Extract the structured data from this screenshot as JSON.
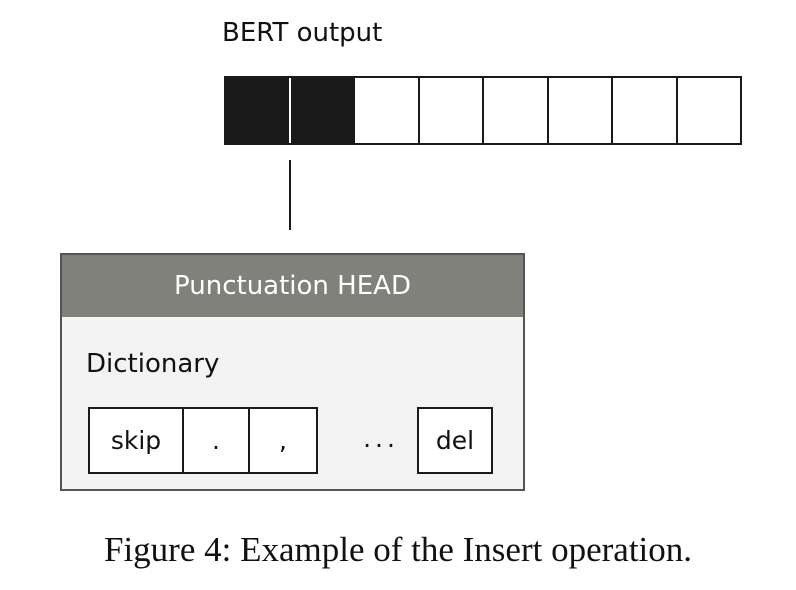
{
  "bert": {
    "label": "BERT output",
    "cells": [
      {
        "filled": true
      },
      {
        "filled": true
      },
      {
        "filled": false
      },
      {
        "filled": false
      },
      {
        "filled": false
      },
      {
        "filled": false
      },
      {
        "filled": false
      },
      {
        "filled": false
      }
    ],
    "filled_color": "#1a1a1a"
  },
  "head": {
    "title": "Punctuation HEAD",
    "title_bg": "#81817c",
    "dictionary_label": "Dictionary",
    "dictionary_items": [
      "skip",
      ".",
      ","
    ],
    "ellipsis": "...",
    "last_item": "del"
  },
  "caption": "Figure 4: Example of the Insert operation."
}
